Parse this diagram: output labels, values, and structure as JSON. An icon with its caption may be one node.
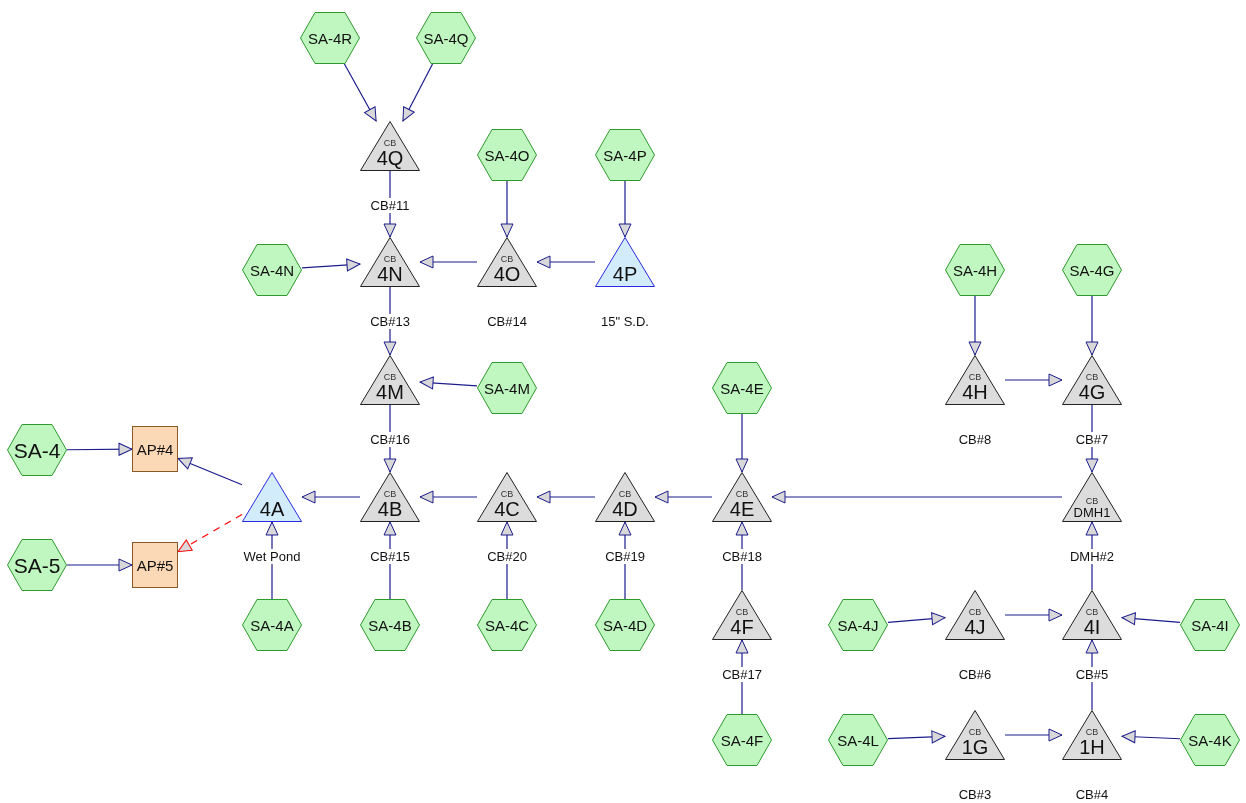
{
  "diagram": {
    "nodes": [
      {
        "text": [
          "SA-4R"
        ]
      },
      {
        "text": [
          "SA-4Q"
        ]
      },
      {
        "text": [
          "CB",
          "4Q"
        ],
        "beside": [
          "CB#11"
        ]
      },
      {
        "text": [
          "SA-4O"
        ]
      },
      {
        "text": [
          "SA-4P"
        ]
      },
      {
        "text": [
          "SA-4N"
        ]
      },
      {
        "text": [
          "CB",
          "4N"
        ],
        "beside": [
          "CB#13"
        ]
      },
      {
        "text": [
          "CB",
          "4O"
        ],
        "beside": [
          "CB#14"
        ]
      },
      {
        "text": [
          "4P"
        ],
        "beside": [
          "15\" S.D."
        ]
      },
      {
        "text": [
          "SA-4H"
        ]
      },
      {
        "text": [
          "SA-4G"
        ]
      },
      {
        "text": [
          "CB",
          "4M"
        ],
        "beside": [
          "CB#16"
        ]
      },
      {
        "text": [
          "SA-4M"
        ]
      },
      {
        "text": [
          "SA-4E"
        ]
      },
      {
        "text": [
          "CB",
          "4H"
        ],
        "beside": [
          "CB#8"
        ]
      },
      {
        "text": [
          "CB",
          "4G"
        ],
        "beside": [
          "CB#7"
        ]
      },
      {
        "text": [
          "SA-4"
        ]
      },
      {
        "text": [
          "AP#4"
        ]
      },
      {
        "text": [
          "4A"
        ],
        "beside": [
          "Wet Pond"
        ]
      },
      {
        "text": [
          "CB",
          "4B"
        ],
        "beside": [
          "CB#15"
        ]
      },
      {
        "text": [
          "CB",
          "4C"
        ],
        "beside": [
          "CB#20"
        ]
      },
      {
        "text": [
          "CB",
          "4D"
        ],
        "beside": [
          "CB#19"
        ]
      },
      {
        "text": [
          "CB",
          "4E"
        ],
        "beside": [
          "CB#18"
        ]
      },
      {
        "text": [
          "CB",
          "DMH1"
        ],
        "beside": [
          "DMH#2"
        ]
      },
      {
        "text": [
          "SA-5"
        ]
      },
      {
        "text": [
          "AP#5"
        ]
      },
      {
        "text": [
          "SA-4A"
        ]
      },
      {
        "text": [
          "SA-4B"
        ]
      },
      {
        "text": [
          "SA-4C"
        ]
      },
      {
        "text": [
          "SA-4D"
        ]
      },
      {
        "text": [
          "CB",
          "4F"
        ],
        "beside": [
          "CB#17"
        ]
      },
      {
        "text": [
          "SA-4J"
        ]
      },
      {
        "text": [
          "CB",
          "4J"
        ],
        "beside": [
          "CB#6"
        ]
      },
      {
        "text": [
          "CB",
          "4I"
        ],
        "beside": [
          "CB#5"
        ]
      },
      {
        "text": [
          "SA-4I"
        ]
      },
      {
        "text": [
          "SA-4F"
        ]
      },
      {
        "text": [
          "SA-4L"
        ]
      },
      {
        "text": [
          "CB",
          "1G"
        ],
        "beside": [
          "CB#3"
        ]
      },
      {
        "text": [
          "CB",
          "1H"
        ],
        "beside": [
          "CB#4"
        ]
      },
      {
        "text": [
          "SA-4K"
        ]
      }
    ],
    "edges": [
      {
        "from": 0,
        "to": 2,
        "arrow": "to"
      },
      {
        "from": 1,
        "to": 2,
        "arrow": "to"
      },
      {
        "from": 2,
        "to": 6,
        "arrow": "to"
      },
      {
        "from": 3,
        "to": 7,
        "arrow": "to"
      },
      {
        "from": 4,
        "to": 8,
        "arrow": "to"
      },
      {
        "from": 5,
        "to": 6,
        "arrow": "to"
      },
      {
        "from": 7,
        "to": 6,
        "arrow": "to"
      },
      {
        "from": 8,
        "to": 7,
        "arrow": "to"
      },
      {
        "from": 6,
        "to": 11,
        "arrow": "to"
      },
      {
        "from": 12,
        "to": 11,
        "arrow": "to"
      },
      {
        "from": 11,
        "to": 19,
        "arrow": "to"
      },
      {
        "from": 9,
        "to": 14,
        "arrow": "to"
      },
      {
        "from": 10,
        "to": 15,
        "arrow": "to"
      },
      {
        "from": 14,
        "to": 15,
        "arrow": "to"
      },
      {
        "from": 15,
        "to": 23,
        "arrow": "to"
      },
      {
        "from": 13,
        "to": 22,
        "arrow": "to"
      },
      {
        "from": 23,
        "to": 22,
        "arrow": "to"
      },
      {
        "from": 22,
        "to": 21,
        "arrow": "to"
      },
      {
        "from": 21,
        "to": 20,
        "arrow": "to"
      },
      {
        "from": 20,
        "to": 19,
        "arrow": "to"
      },
      {
        "from": 19,
        "to": 18,
        "arrow": "to"
      },
      {
        "from": 18,
        "to": 17,
        "arrow": "to"
      },
      {
        "from": 18,
        "to": 25,
        "arrow": "to",
        "style": "dashed",
        "color": "#ff0000"
      },
      {
        "from": 16,
        "to": 17,
        "arrow": "to"
      },
      {
        "from": 24,
        "to": 25,
        "arrow": "to"
      },
      {
        "from": 26,
        "to": 18,
        "arrow": "to"
      },
      {
        "from": 27,
        "to": 19,
        "arrow": "to"
      },
      {
        "from": 28,
        "to": 20,
        "arrow": "to"
      },
      {
        "from": 29,
        "to": 21,
        "arrow": "to"
      },
      {
        "from": 30,
        "to": 22,
        "arrow": "to"
      },
      {
        "from": 35,
        "to": 30,
        "arrow": "to"
      },
      {
        "from": 33,
        "to": 23,
        "arrow": "to"
      },
      {
        "from": 31,
        "to": 32,
        "arrow": "to"
      },
      {
        "from": 32,
        "to": 33,
        "arrow": "to"
      },
      {
        "from": 34,
        "to": 33,
        "arrow": "to"
      },
      {
        "from": 38,
        "to": 33,
        "arrow": "to"
      },
      {
        "from": 36,
        "to": 37,
        "arrow": "to"
      },
      {
        "from": 37,
        "to": 38,
        "arrow": "to"
      },
      {
        "from": 39,
        "to": 38,
        "arrow": "to"
      }
    ]
  }
}
